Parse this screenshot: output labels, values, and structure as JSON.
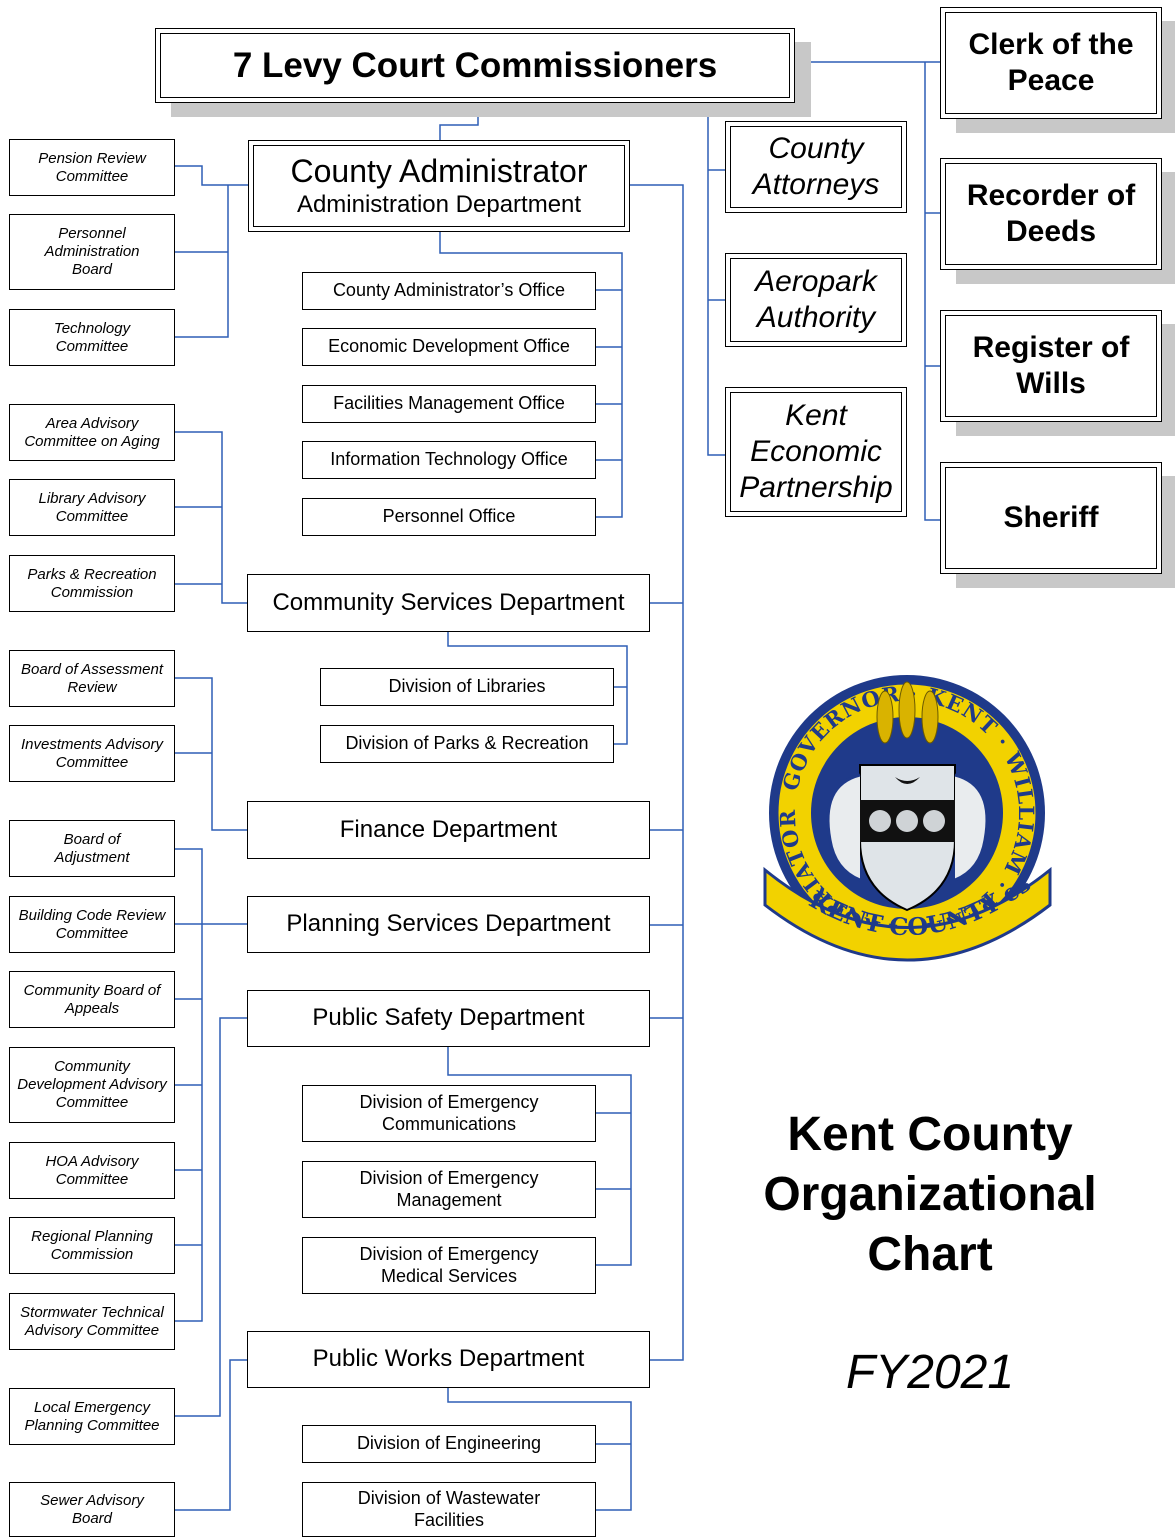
{
  "top": {
    "commissioners": "7 Levy Court Commissioners"
  },
  "elected": [
    "Clerk of the Peace",
    "Recorder of Deeds",
    "Register of Wills",
    "Sheriff"
  ],
  "attorneys": [
    "County Attorneys",
    "Aeropark Authority",
    "Kent Economic Partnership"
  ],
  "admin": {
    "line1": "County Administrator",
    "line2": "Administration Department"
  },
  "offices": [
    "County Administrator’s Office",
    "Economic Development Office",
    "Facilities Management Office",
    "Information Technology Office",
    "Personnel Office"
  ],
  "departments": {
    "community": "Community Services Department",
    "finance": "Finance Department",
    "planning": "Planning Services Department",
    "safety": "Public Safety Department",
    "works": "Public Works Department"
  },
  "community_divisions": [
    "Division of Libraries",
    "Division of Parks & Recreation"
  ],
  "safety_divisions": [
    "Division of Emergency Communications",
    "Division of Emergency Management",
    "Division of Emergency Medical Services"
  ],
  "works_divisions": [
    "Division of Engineering",
    "Division of Wastewater Facilities"
  ],
  "committees": [
    "Pension Review Committee",
    "Personnel Administration Board",
    "Technology Committee",
    "Area Advisory Committee on Aging",
    "Library Advisory Committee",
    "Parks & Recreation Commission",
    "Board of Assessment Review",
    "Investments Advisory Committee",
    "Board of Adjustment",
    "Building Code Review Committee",
    "Community Board of Appeals",
    "Community Development Advisory Committee",
    "HOA Advisory Committee",
    "Regional Planning Commission",
    "Stormwater Technical Advisory Committee",
    "Local Emergency Planning Committee",
    "Sewer Advisory Board"
  ],
  "seal": {
    "ring_text": "GOVERNOR · KENT · WILLIAM · PENN · PROPRIATOR · AND ·",
    "banner_text": "KENT COUNTY est. 1683"
  },
  "title": {
    "main": "Kent County Organizational Chart",
    "fy": "FY2021"
  },
  "colors": {
    "connector": "#2f5fb5",
    "shadow": "#c8c8c8",
    "seal_gold": "#f2d200",
    "seal_blue": "#1f3a8a"
  }
}
